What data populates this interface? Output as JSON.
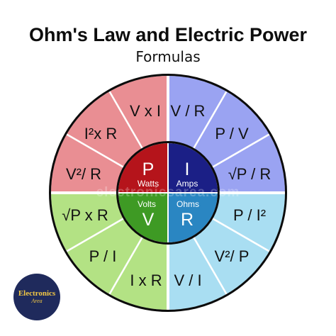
{
  "header": {
    "title": "Ohm's Law and Electric Power",
    "subtitle": "Formulas"
  },
  "wheel": {
    "quadrants": [
      {
        "symbol": "P",
        "unit": "Watts",
        "color": "#b5141b",
        "segment_color": "#e98e93",
        "formulas": [
          "V x I",
          "I²x R",
          "V²/ R"
        ]
      },
      {
        "symbol": "I",
        "unit": "Amps",
        "color": "#1b1f86",
        "segment_color": "#9aa3f2",
        "formulas": [
          "V / R",
          "P / V",
          "√P / R"
        ]
      },
      {
        "symbol": "R",
        "unit": "Ohms",
        "color": "#2a86c2",
        "segment_color": "#a9def2",
        "formulas": [
          "P / I²",
          "V²/ P",
          "V / I"
        ]
      },
      {
        "symbol": "V",
        "unit": "Volts",
        "color": "#3e9a24",
        "segment_color": "#b3e284",
        "formulas": [
          "√P x R",
          "P / I",
          "I x R"
        ]
      }
    ]
  },
  "watermark": "electronicsarea.com",
  "logo": {
    "line1": "Electronics",
    "line2": "Area"
  }
}
